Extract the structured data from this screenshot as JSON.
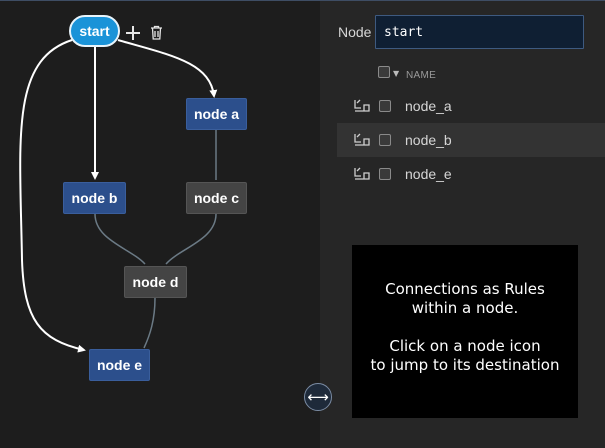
{
  "graph": {
    "nodes": {
      "start": "start",
      "node_a": "node a",
      "node_b": "node b",
      "node_c": "node c",
      "node_d": "node d",
      "node_e": "node e"
    },
    "toolbar": {
      "add_icon": "plus-icon",
      "delete_icon": "trash-icon"
    },
    "colors": {
      "start": "#1a93d8",
      "blue_node": "#2c4f8c",
      "gray_node": "#444444",
      "edge_white": "#ffffff",
      "edge_gray": "#6b7a85"
    }
  },
  "splitter": {
    "icon": "left-right-arrow-icon",
    "glyph": "⟷"
  },
  "panel": {
    "node_label": "Node",
    "node_value": "start",
    "header": {
      "name": "NAME"
    },
    "rows": [
      {
        "label": "node_a",
        "icon": "jump-icon"
      },
      {
        "label": "node_b",
        "icon": "jump-icon"
      },
      {
        "label": "node_e",
        "icon": "jump-icon"
      }
    ],
    "info": {
      "line1": "Connections as Rules",
      "line2": "within a node.",
      "line3": "Click on a node icon",
      "line4": "to jump to its destination"
    }
  }
}
